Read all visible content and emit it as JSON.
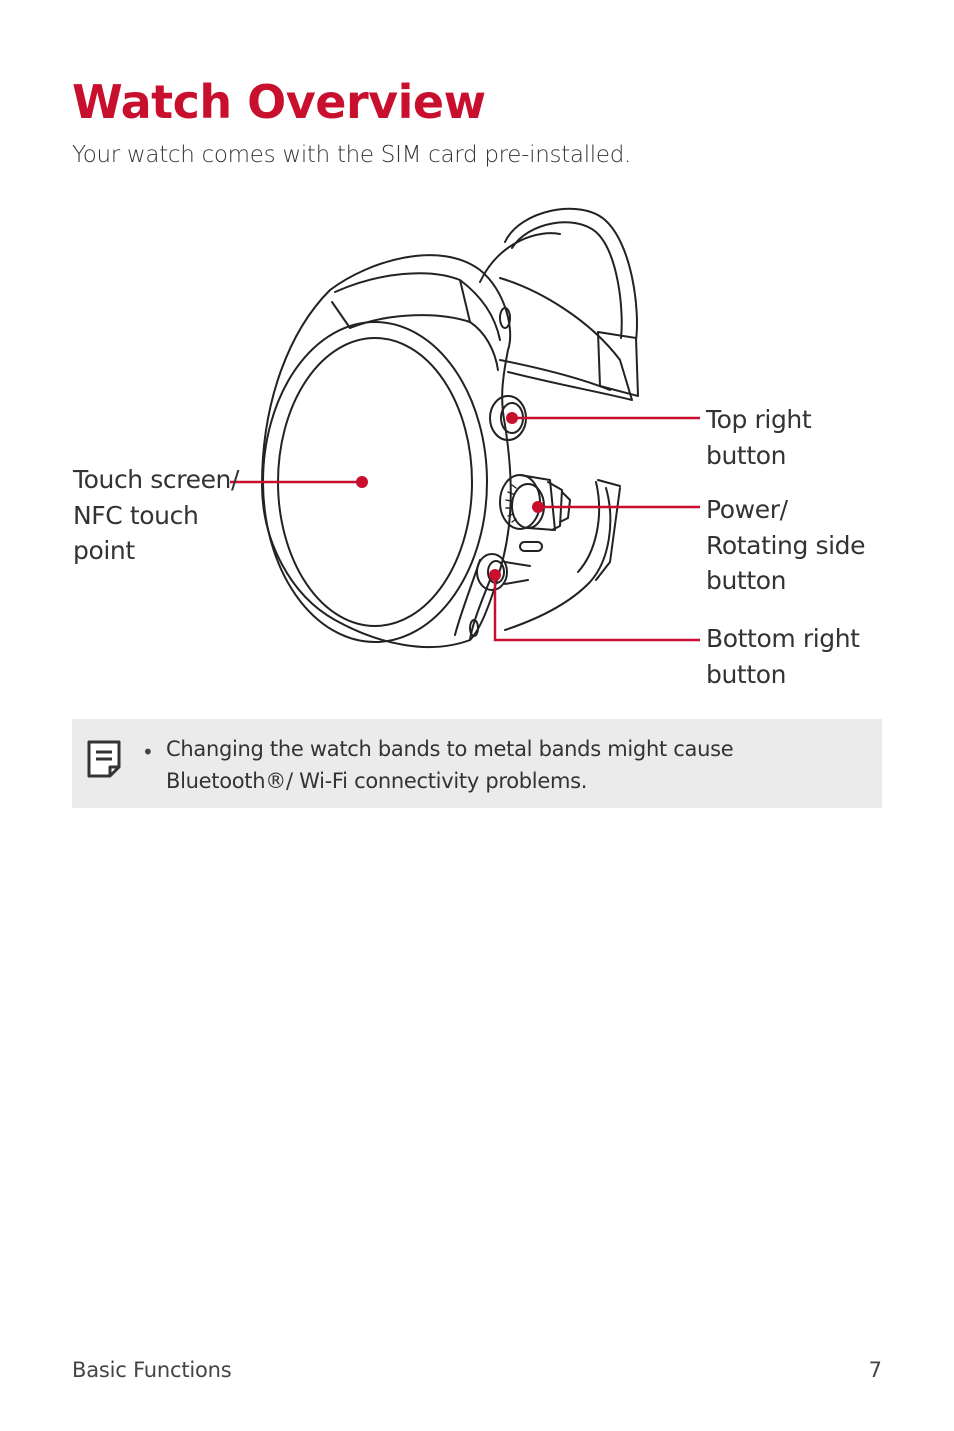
{
  "page": {
    "title": "Watch Overview",
    "intro": "Your watch comes with the SIM card pre-installed."
  },
  "figure": {
    "callouts": {
      "touch_screen": [
        "Touch screen/",
        "NFC touch",
        "point"
      ],
      "top_right": [
        "Top right",
        "button"
      ],
      "power": [
        "Power/",
        "Rotating side",
        "button"
      ],
      "bottom_right": [
        "Bottom right",
        "button"
      ]
    },
    "accent_color": "#c8102e"
  },
  "note": {
    "icon": "note-icon",
    "bullet": "•",
    "text": "Changing the watch bands to metal bands might cause Bluetooth®/ Wi-Fi connectivity problems."
  },
  "footer": {
    "section": "Basic Functions",
    "page_number": "7"
  }
}
